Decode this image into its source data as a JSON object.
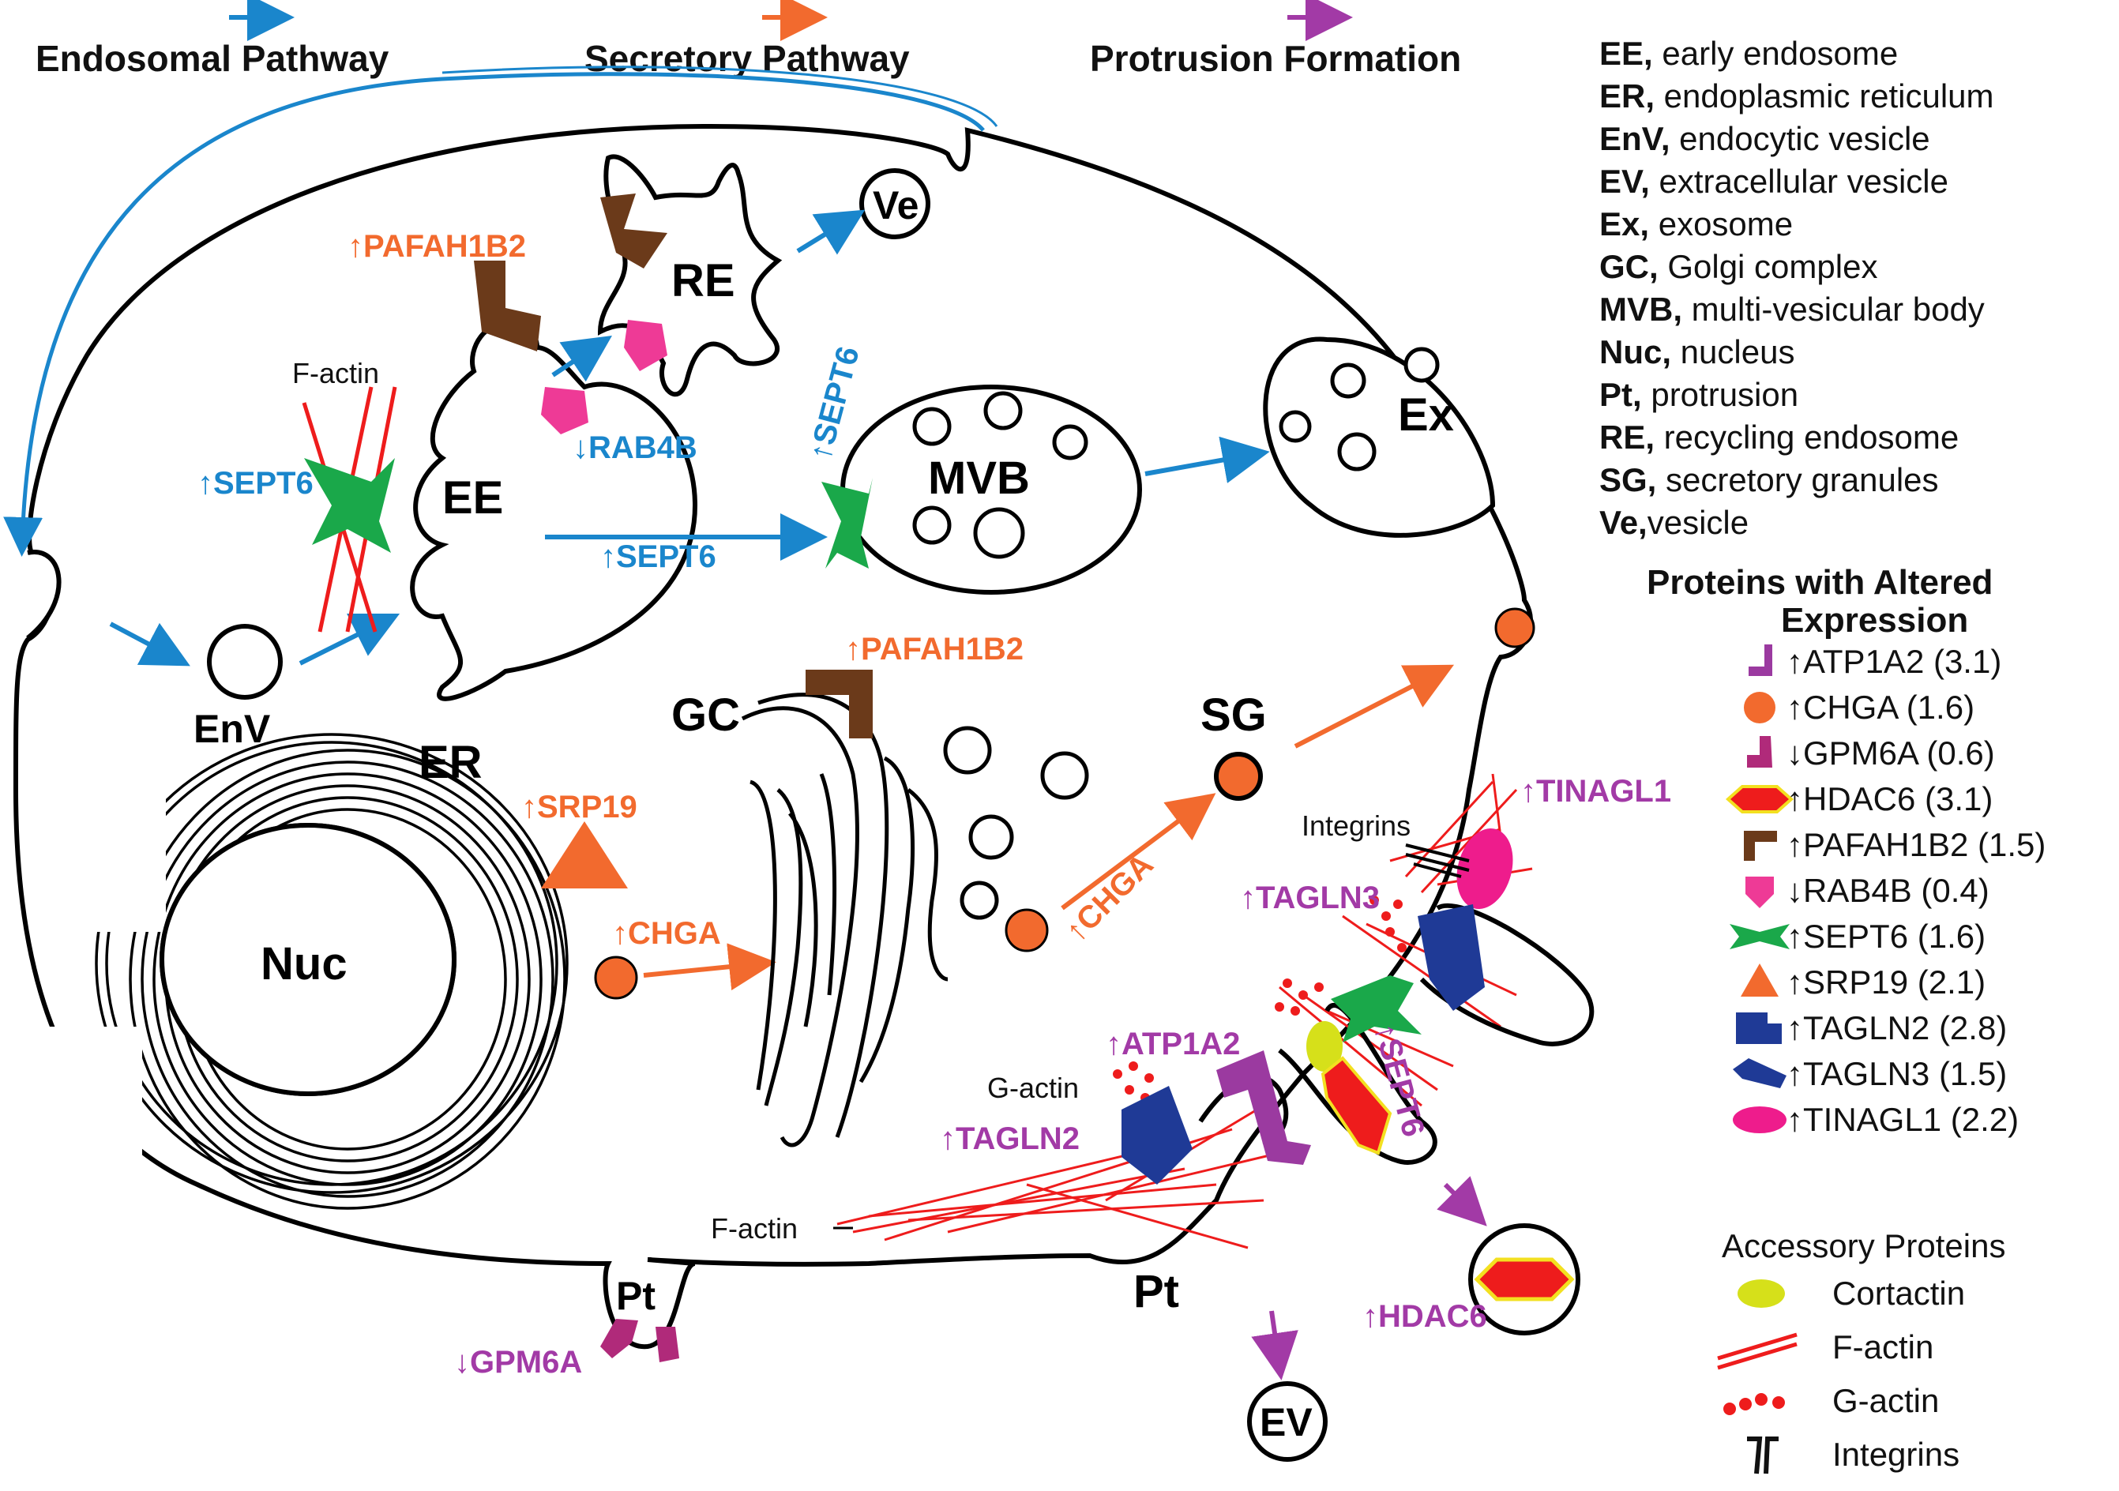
{
  "pathways": {
    "endosomal": {
      "label": "Endosomal Pathway",
      "color": "#1a86cc"
    },
    "secretory": {
      "label": "Secretory Pathway",
      "color": "#f26a2e"
    },
    "protrusion": {
      "label": "Protrusion Formation",
      "color": "#a23aa6"
    }
  },
  "abbreviations": [
    {
      "abbr": "EE,",
      "text": " early endosome"
    },
    {
      "abbr": "ER,",
      "text": " endoplasmic reticulum"
    },
    {
      "abbr": "EnV,",
      "text": " endocytic vesicle"
    },
    {
      "abbr": "EV,",
      "text": " extracellular vesicle"
    },
    {
      "abbr": "Ex,",
      "text": " exosome"
    },
    {
      "abbr": "GC,",
      "text": " Golgi complex"
    },
    {
      "abbr": "MVB,",
      "text": " multi-vesicular body"
    },
    {
      "abbr": "Nuc,",
      "text": " nucleus"
    },
    {
      "abbr": "Pt,",
      "text": " protrusion"
    },
    {
      "abbr": "RE,",
      "text": " recycling endosome"
    },
    {
      "abbr": "SG,",
      "text": " secretory granules"
    },
    {
      "abbr": "Ve,",
      "text": "vesicle"
    }
  ],
  "legend": {
    "title_line1": "Proteins with Altered",
    "title_line2": "Expression",
    "proteins": [
      {
        "label": "↑ATP1A2 (3.1)",
        "shape": "l-shape-icon",
        "color": "#9b3aa0"
      },
      {
        "label": "↑CHGA (1.6)",
        "shape": "circle-icon",
        "color": "#f26a2e"
      },
      {
        "label": "↓GPM6A (0.6)",
        "shape": "boot-icon",
        "color": "#b02a7a"
      },
      {
        "label": "↑HDAC6 (3.1)",
        "shape": "hexagon-icon",
        "color": "#ee1c1c"
      },
      {
        "label": "↑PAFAH1B2 (1.5)",
        "shape": "angle-icon",
        "color": "#6b3a1a"
      },
      {
        "label": "↓RAB4B (0.4)",
        "shape": "pentagon-icon",
        "color": "#ee3a96"
      },
      {
        "label": "↑SEPT6 (1.6)",
        "shape": "bowtie-icon",
        "color": "#1aa84a"
      },
      {
        "label": "↑SRP19 (2.1)",
        "shape": "triangle-icon",
        "color": "#f26a2e"
      },
      {
        "label": "↑TAGLN2 (2.8)",
        "shape": "block-icon",
        "color": "#1f3a96"
      },
      {
        "label": "↑TAGLN3 (1.5)",
        "shape": "chevron-icon",
        "color": "#1f3a96"
      },
      {
        "label": "↑TINAGL1 (2.2)",
        "shape": "ellipse-icon",
        "color": "#ee1c8c"
      }
    ],
    "accessory_title": "Accessory Proteins",
    "accessory": [
      {
        "label": "Cortactin",
        "shape": "oval-icon",
        "color": "#d6e01a"
      },
      {
        "label": "F-actin",
        "shape": "lines-icon",
        "color": "#ee1c1c"
      },
      {
        "label": "G-actin",
        "shape": "dots-icon",
        "color": "#ee1c1c"
      },
      {
        "label": "Integrins",
        "shape": "integrin-icon",
        "color": "#111111"
      }
    ]
  },
  "organelles": {
    "ee": "EE",
    "re": "RE",
    "ve": "Ve",
    "mvb": "MVB",
    "ex": "Ex",
    "env": "EnV",
    "gc": "GC",
    "er": "ER",
    "sg": "SG",
    "nuc": "Nuc",
    "pt_small": "Pt",
    "pt_big": "Pt",
    "ev": "EV"
  },
  "labels": {
    "pafah1b2_re": "↑PAFAH1B2",
    "pafah1b2_gc": "↑PAFAH1B2",
    "factin_ee": "F-actin",
    "sept6_ee": "↑SEPT6",
    "rab4b": "↓RAB4B",
    "sept6_mvb": "↑SEPT6",
    "sept6_arrow": "↑SEPT6",
    "srp19": "↑SRP19",
    "chga_er": "↑CHGA",
    "chga_gc": "↑CHGA",
    "tinagl1": "↑TINAGL1",
    "integrins": "Integrins",
    "tagln3": "↑TAGLN3",
    "atp1a2": "↑ATP1A2",
    "gactin": "G-actin",
    "sept6_pt": "↑SEPT6",
    "tagln2": "↑TAGLN2",
    "factin_pt": "F-actin",
    "hdac6": "↑HDAC6",
    "gpm6a": "↓GPM6A"
  }
}
